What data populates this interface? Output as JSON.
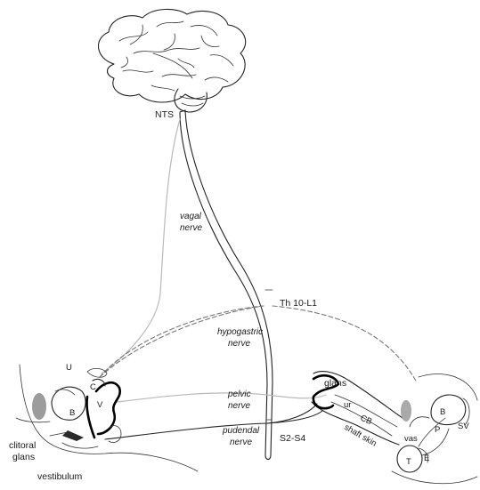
{
  "labels": {
    "nts": "NTS",
    "vagal_nerve_1": "vagal",
    "vagal_nerve_2": "nerve",
    "th10_l1": "Th 10-L1",
    "hypogastric_1": "hypogastric",
    "hypogastric_2": "nerve",
    "pelvic_1": "pelvic",
    "pelvic_2": "nerve",
    "pudendal_1": "pudendal",
    "pudendal_2": "nerve",
    "s2_s4": "S2-S4",
    "u": "U",
    "c": "C",
    "v": "V",
    "b_female": "B",
    "clitoral_1": "clitoral",
    "clitoral_2": "glans",
    "vestibulum": "vestibulum",
    "glans": "glans",
    "ur": "ur",
    "cb": "CB",
    "shaft_skin": "shaft skin",
    "vas": "vas",
    "b_male": "B",
    "p": "P",
    "sv": "SV",
    "t": "T",
    "e": "E"
  },
  "icons": {
    "brain": "brain-icon",
    "spinal_cord": "spinal-cord-icon",
    "female_pelvis": "female-pelvis-icon",
    "male_pelvis": "male-pelvis-icon"
  }
}
